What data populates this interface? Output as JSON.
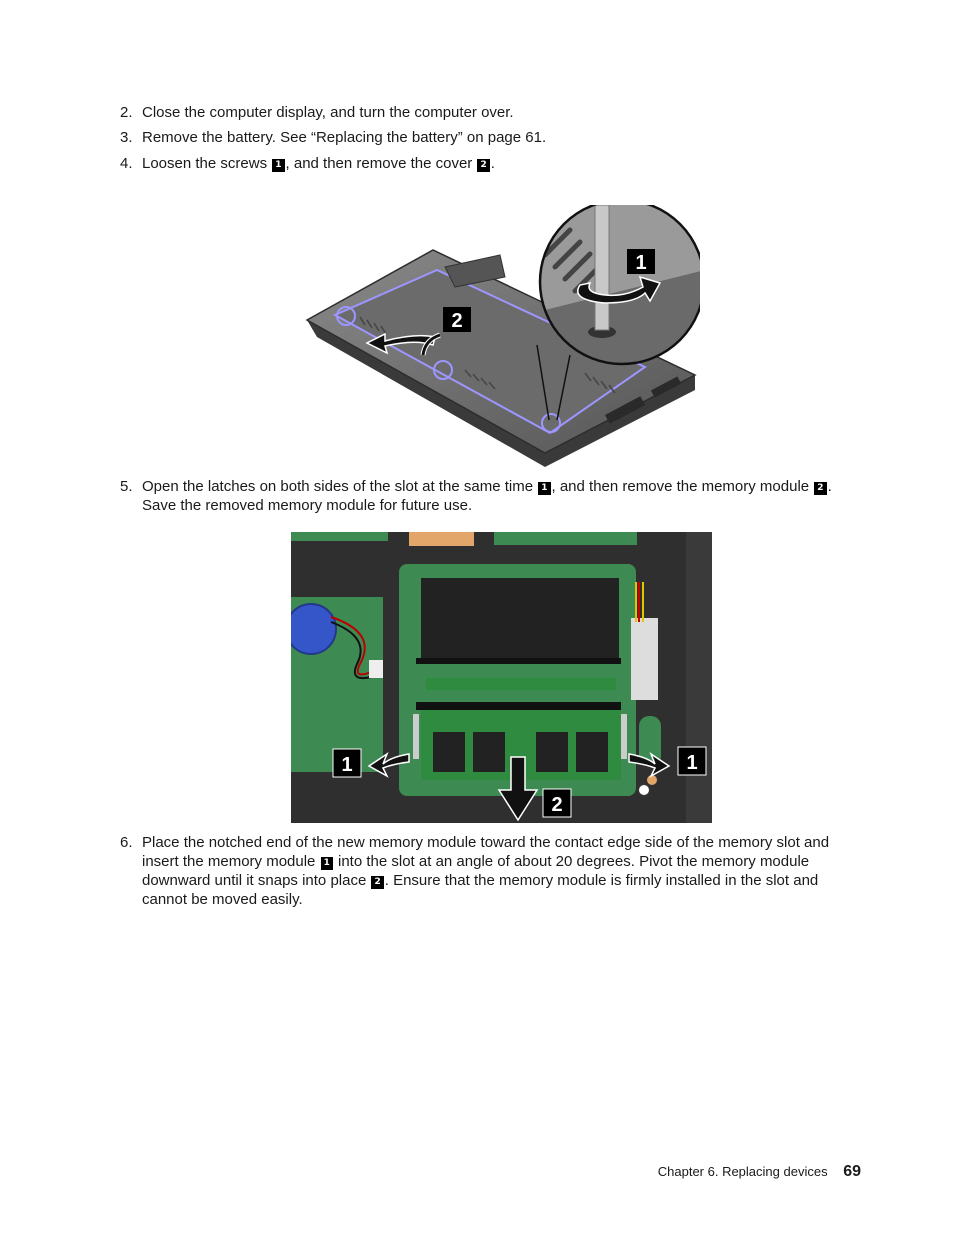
{
  "steps": [
    {
      "num": "2.",
      "text": "Close the computer display, and turn the computer over."
    },
    {
      "num": "3.",
      "text": "Remove the battery.  See “Replacing the battery” on page 61."
    },
    {
      "num": "4.",
      "a": "Loosen the screws ",
      "b1": "1",
      "b": ", and then remove the cover ",
      "b2": "2",
      "c": "."
    },
    {
      "num": "5.",
      "a": "Open the latches on both sides of the slot at the same time ",
      "b1": "1",
      "b": ", and then remove the memory module ",
      "b2": "2",
      "c": ".",
      "d": "Save the removed memory module for future use."
    },
    {
      "num": "6.",
      "a": "Place the notched end of the new memory module toward the contact edge side of the memory slot and insert the memory module ",
      "b1": "1",
      "b": " into the slot at an angle of about 20 degrees.  Pivot the memory module downward until it snaps into place ",
      "b2": "2",
      "c": ".  Ensure that the memory module is firmly installed in the slot and cannot be moved easily."
    }
  ],
  "figure1": {
    "callout1": "1",
    "callout2": "2"
  },
  "figure2": {
    "callout1_left": "1",
    "callout1_right": "1",
    "callout2": "2"
  },
  "footer": {
    "chapter": "Chapter 6.  Replacing devices",
    "page": "69"
  }
}
